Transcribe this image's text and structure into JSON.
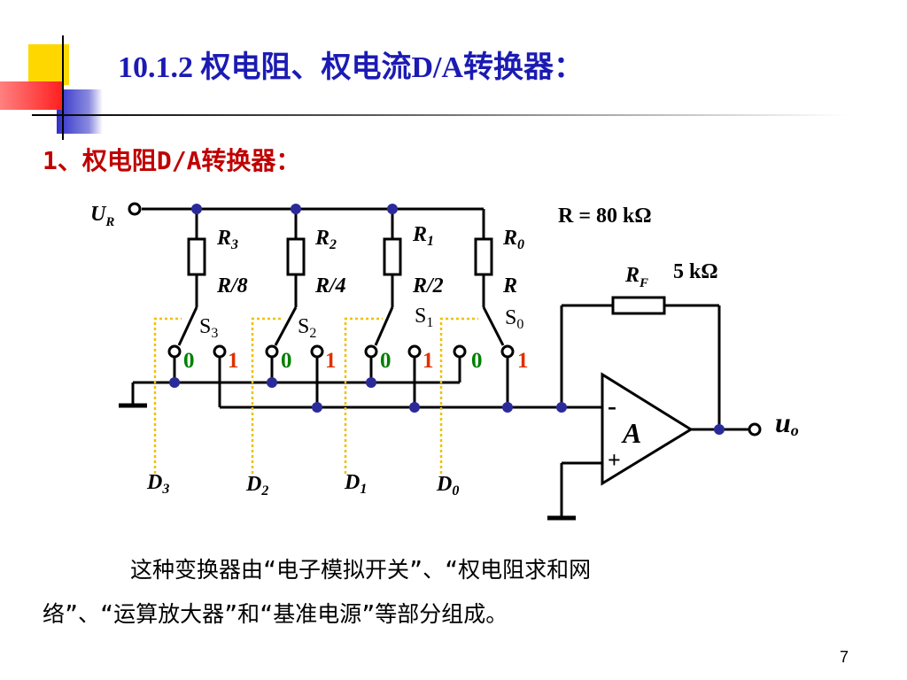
{
  "title": "10.1.2  权电阻、权电流D/A转换器：",
  "subtitle": "1、权电阻D/A转换器：",
  "circuit": {
    "reference_label": {
      "main": "U",
      "sub": "R"
    },
    "resistor_param": "R = 80 kΩ",
    "feedback": {
      "main": "R",
      "sub": "F",
      "value": "5 kΩ"
    },
    "resistors": [
      {
        "name_main": "R",
        "name_sub": "3",
        "value": "R/8"
      },
      {
        "name_main": "R",
        "name_sub": "2",
        "value": "R/4"
      },
      {
        "name_main": "R",
        "name_sub": "1",
        "value": "R/2"
      },
      {
        "name_main": "R",
        "name_sub": "0",
        "value": "R"
      }
    ],
    "switches": [
      {
        "main": "S",
        "sub": "3"
      },
      {
        "main": "S",
        "sub": "2"
      },
      {
        "main": "S",
        "sub": "1"
      },
      {
        "main": "S",
        "sub": "0"
      }
    ],
    "contact_zero": "0",
    "contact_one": "1",
    "inputs": [
      {
        "main": "D",
        "sub": "3"
      },
      {
        "main": "D",
        "sub": "2"
      },
      {
        "main": "D",
        "sub": "1"
      },
      {
        "main": "D",
        "sub": "0"
      }
    ],
    "amp_label": "A",
    "minus_sign": "-",
    "plus_sign": "+",
    "output": {
      "main": "u",
      "sub": "o"
    },
    "colors": {
      "zero": "#008000",
      "one": "#e03000",
      "dot": "#2a2a9a",
      "dotted": "#f0c000"
    }
  },
  "description": {
    "line1": "这种变换器由“电子模拟开关”、“权电阻求和网",
    "line2": "络”、“运算放大器”和“基准电源”等部分组成。"
  },
  "page_number": "7"
}
